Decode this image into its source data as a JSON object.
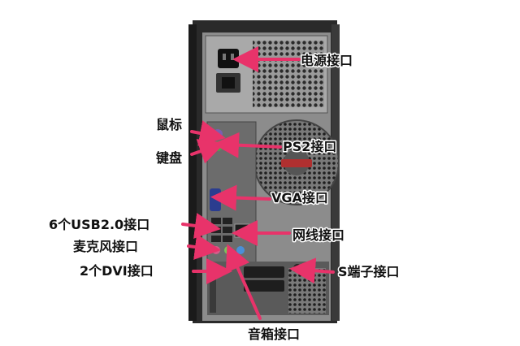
{
  "labels": {
    "power": "电源接口",
    "mouse": "鼠标",
    "ps2": "PS2接口",
    "keyboard": "键盘",
    "vga": "VGA接口",
    "usb": "6个USB2.0接口",
    "network": "网线接口",
    "mic": "麦克风接口",
    "dvi": "2个DVI接口",
    "svideo": "S端子接口",
    "audio": "音箱接口"
  },
  "colors": {
    "arrow": "#e8336a",
    "case_dark": "#2a2a2a",
    "panel": "#8c8c8c",
    "label_text": "#111111"
  },
  "icons": [
    "power-socket-icon",
    "fan-grille-icon",
    "ps2-port-icon",
    "vga-port-icon",
    "usb-port-icon",
    "ethernet-port-icon",
    "audio-jack-icon",
    "dvi-port-icon"
  ]
}
